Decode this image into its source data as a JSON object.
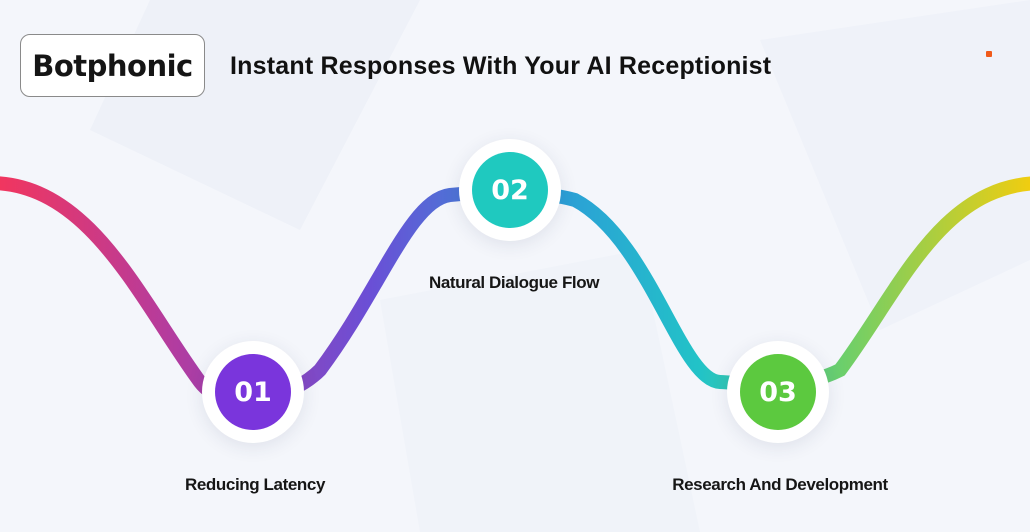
{
  "brand": {
    "name": "Botphonic",
    "accent_color": "#f05a1a"
  },
  "title": "Instant Responses With Your AI Receptionist",
  "steps": [
    {
      "number": "01",
      "label": "Reducing Latency",
      "color": "#7a35dc"
    },
    {
      "number": "02",
      "label": "Natural Dialogue Flow",
      "color": "#1fc9bf"
    },
    {
      "number": "03",
      "label": "Research And Development",
      "color": "#5cc93f"
    }
  ],
  "wave_gradient": [
    "#f1365f",
    "#b23ca0",
    "#6a4fd6",
    "#2ba0d6",
    "#22c3c7",
    "#6dcf6a",
    "#f0cd10"
  ]
}
